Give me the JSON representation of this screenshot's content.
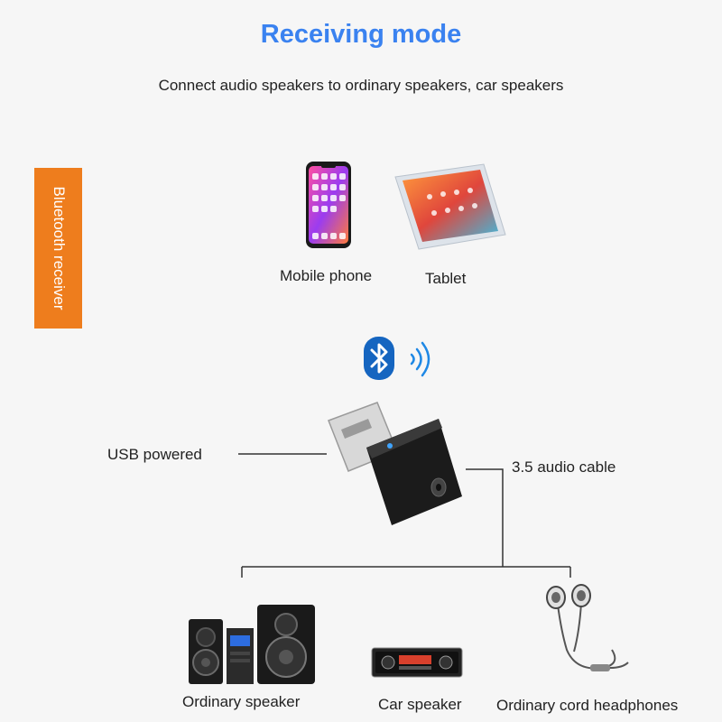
{
  "title": "Receiving mode",
  "subtitle": "Connect audio speakers to ordinary speakers, car speakers",
  "side_label": "Bluetooth receiver",
  "sources": [
    {
      "label": "Mobile phone",
      "icon": "mobile-phone-icon"
    },
    {
      "label": "Tablet",
      "icon": "tablet-icon"
    }
  ],
  "device": {
    "left_label": "USB powered",
    "right_label": "3.5 audio cable",
    "icon": "bluetooth-icon"
  },
  "outputs": [
    {
      "label": "Ordinary speaker",
      "icon": "speaker-system-icon"
    },
    {
      "label": "Car speaker",
      "icon": "car-radio-icon"
    },
    {
      "label": "Ordinary cord headphones",
      "icon": "earphones-icon"
    }
  ],
  "colors": {
    "title": "#3a82f0",
    "side_tag": "#ee7d1d",
    "bluetooth": "#1565c0"
  }
}
